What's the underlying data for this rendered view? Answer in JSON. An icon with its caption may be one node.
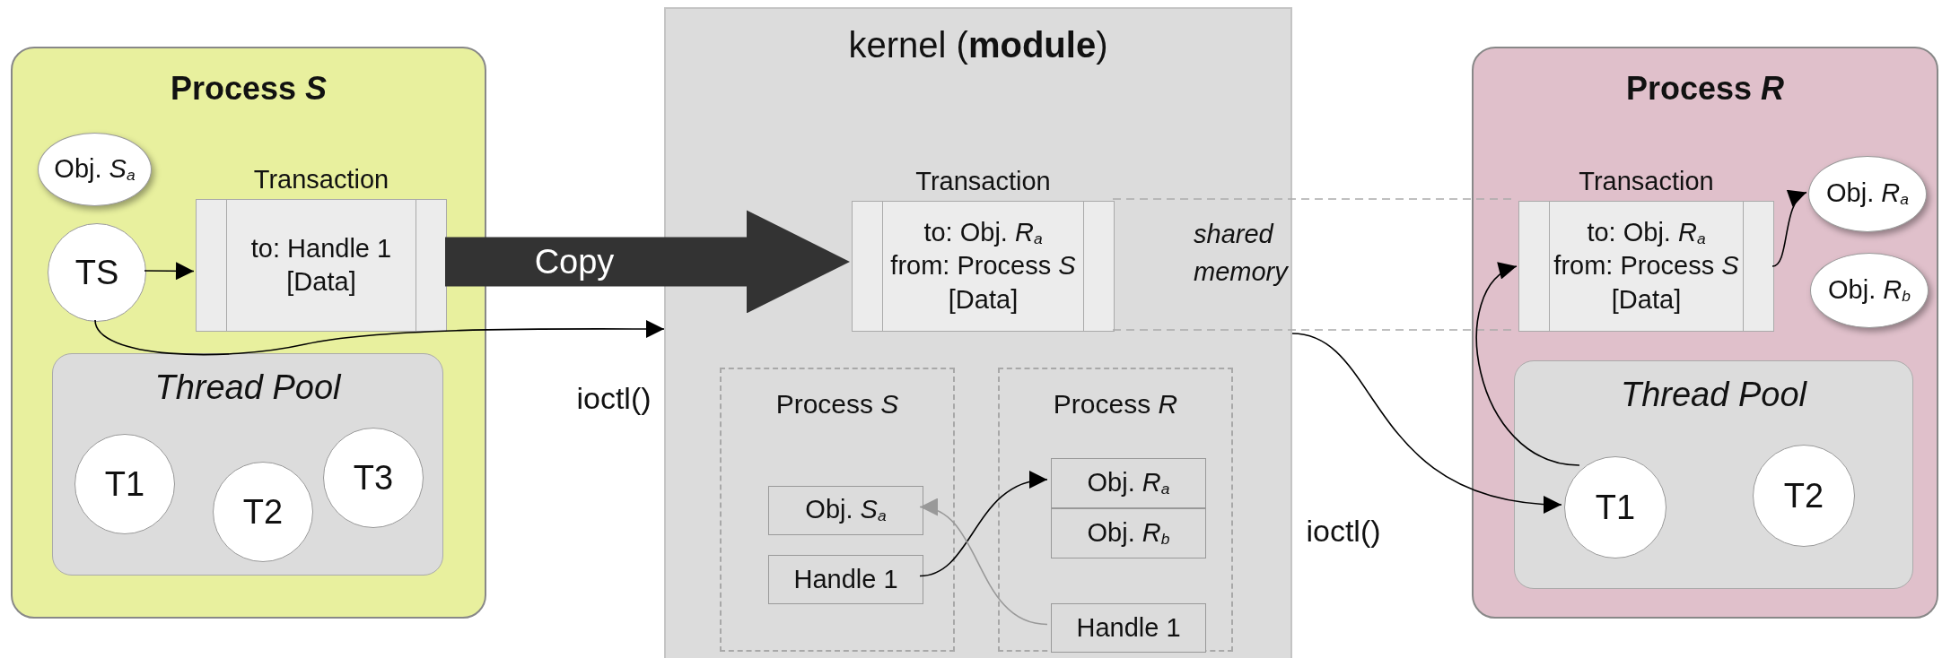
{
  "diagram": {
    "nodes": [
      {
        "text": [
          "Process *S*"
        ]
      },
      {
        "text": [
          "Obj. *S*$_{a}$"
        ],
        "in": 0
      },
      {
        "text": [
          "Transaction",
          "to: Handle 1",
          "[Data]"
        ],
        "in": 0
      },
      {
        "text": [
          "TS"
        ],
        "in": 0
      },
      {
        "text": [
          "Thread Pool"
        ],
        "in": 0
      },
      {
        "text": [
          "T1"
        ],
        "in": 4
      },
      {
        "text": [
          "T2"
        ],
        "in": 4
      },
      {
        "text": [
          "T3"
        ],
        "in": 4
      },
      {
        "text": [
          "kernel (**module**)"
        ]
      },
      {
        "text": [
          "Transaction",
          "to: Obj. *R*$_{a}$",
          "from: Process *S*",
          "[Data]"
        ],
        "in": 8
      },
      {
        "text": [
          "Process *S*"
        ],
        "in": 8
      },
      {
        "text": [
          "Obj. *S*$_{a}$"
        ],
        "in": 10
      },
      {
        "text": [
          "Handle 1"
        ],
        "in": 10
      },
      {
        "text": [
          "Process *R*"
        ],
        "in": 8
      },
      {
        "text": [
          "Obj. *R*$_{a}$"
        ],
        "in": 13
      },
      {
        "text": [
          "Obj. *R*$_{b}$"
        ],
        "in": 13
      },
      {
        "text": [
          "Handle 1"
        ],
        "in": 13
      },
      {
        "text": [
          "Process *R*"
        ]
      },
      {
        "text": [
          "Transaction",
          "to: Obj. *R*$_{a}$",
          "from: Process *S*",
          "[Data]"
        ],
        "in": 17
      },
      {
        "text": [
          "Obj. *R*$_{a}$"
        ],
        "in": 17
      },
      {
        "text": [
          "Obj. *R*$_{b}$"
        ],
        "in": 17
      },
      {
        "text": [
          "Thread Pool"
        ],
        "in": 17
      },
      {
        "text": [
          "T1"
        ],
        "in": 21
      },
      {
        "text": [
          "T2"
        ],
        "in": 21
      }
    ],
    "edges": [
      {
        "from": 3,
        "to": 2,
        "arrow": "to"
      },
      {
        "from": 2,
        "to": 9,
        "arrow": "to",
        "label": "Copy",
        "style": "thick",
        "color": "#333333"
      },
      {
        "from": 3,
        "to": 8,
        "arrow": "to",
        "label": "ioctl()"
      },
      {
        "from": 12,
        "to": 14,
        "arrow": "to"
      },
      {
        "from": 16,
        "to": 11,
        "arrow": "to",
        "color": "#999999"
      },
      {
        "from": 9,
        "to": 18,
        "arrow": "none",
        "style": "dashed",
        "color": "#aaaaaa"
      },
      {
        "from": 9,
        "to": 18,
        "arrow": "none",
        "style": "dashed",
        "color": "#aaaaaa"
      },
      {
        "from": 8,
        "to": 22,
        "arrow": "to",
        "label": "ioctl()"
      },
      {
        "from": 22,
        "to": 18,
        "arrow": "to"
      },
      {
        "from": 18,
        "to": 19,
        "arrow": "to"
      }
    ],
    "labels": [
      "shared memory"
    ]
  }
}
